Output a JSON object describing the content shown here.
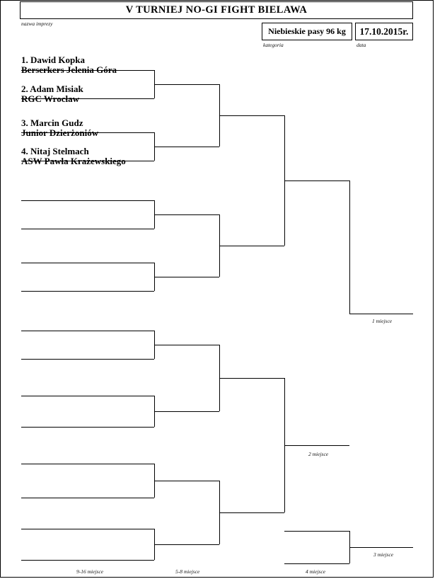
{
  "document": {
    "title": "V TURNIEJ NO-GI FIGHT BIELAWA",
    "title_caption": "nazwa imprezy",
    "category": "Niebieskie pasy 96 kg",
    "category_caption": "kategoria",
    "date": "17.10.2015r.",
    "date_caption": "data"
  },
  "competitors": [
    {
      "seed": "1. Dawid Kopka",
      "club": "Berserkers Jelenia Góra"
    },
    {
      "seed": "2. Adam Misiak",
      "club": "RGC Wrocław"
    },
    {
      "seed": "3. Marcin Gudz",
      "club": "Junior Dzierżoniów"
    },
    {
      "seed": "4. Nitaj Stelmach",
      "club": "ASW Pawła Krażewskiego"
    }
  ],
  "place_labels": {
    "first": "1 miejsce",
    "second": "2 miejsce",
    "third": "3 miejsce",
    "fourth": "4 miejsce",
    "fifth_eighth": "5-8 miejsce",
    "ninth_sixteenth": "9-16 miejsce"
  },
  "colors": {
    "ink": "#000000",
    "paper": "#ffffff"
  }
}
